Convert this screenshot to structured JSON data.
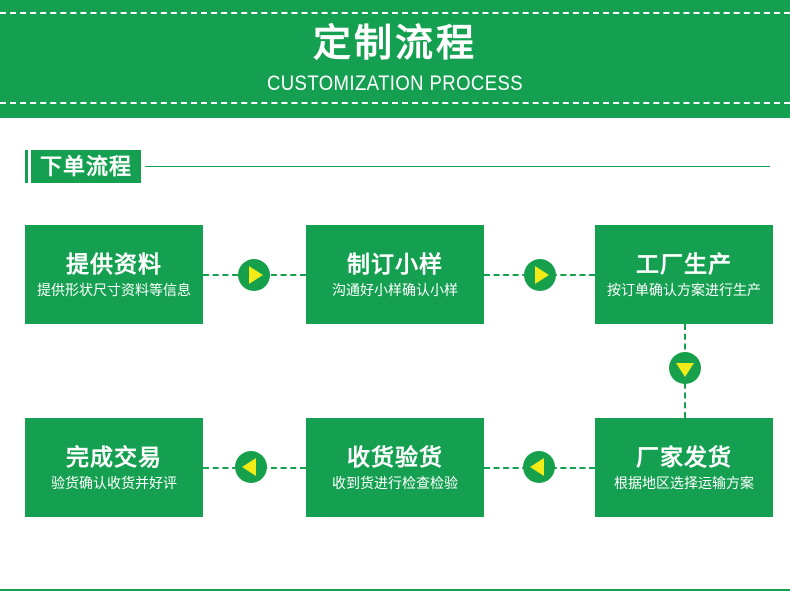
{
  "banner": {
    "title": "定制流程",
    "subtitle": "CUSTOMIZATION PROCESS",
    "bg_color": "#14a050",
    "dash_color": "#ffffff"
  },
  "section": {
    "label": "下单流程",
    "accent_color": "#14a050"
  },
  "flow": {
    "card_bg": "#14a050",
    "card_text": "#ffffff",
    "connector_color": "#17a050",
    "arrow_circle_color": "#17a04c",
    "arrow_glyph_color": "#f2eb16",
    "steps": [
      {
        "id": "step-1",
        "title": "提供资料",
        "desc": "提供形状尺寸资料等信息",
        "row": 1,
        "col": 1
      },
      {
        "id": "step-2",
        "title": "制订小样",
        "desc": "沟通好小样确认小样",
        "row": 1,
        "col": 2
      },
      {
        "id": "step-3",
        "title": "工厂生产",
        "desc": "按订单确认方案进行生产",
        "row": 1,
        "col": 3
      },
      {
        "id": "step-4",
        "title": "厂家发货",
        "desc": "根据地区选择运输方案",
        "row": 2,
        "col": 3
      },
      {
        "id": "step-5",
        "title": "收货验货",
        "desc": "收到货进行检查检验",
        "row": 2,
        "col": 2
      },
      {
        "id": "step-6",
        "title": "完成交易",
        "desc": "验货确认收货并好评",
        "row": 2,
        "col": 1
      }
    ],
    "arrows": [
      {
        "id": "arrow-1",
        "direction": "right",
        "icon": "triangle-right-icon"
      },
      {
        "id": "arrow-2",
        "direction": "right",
        "icon": "triangle-right-icon"
      },
      {
        "id": "arrow-3",
        "direction": "down",
        "icon": "triangle-down-icon"
      },
      {
        "id": "arrow-4",
        "direction": "left",
        "icon": "triangle-left-icon"
      },
      {
        "id": "arrow-5",
        "direction": "left",
        "icon": "triangle-left-icon"
      }
    ]
  },
  "footer": {
    "rule_color": "#14a050"
  }
}
